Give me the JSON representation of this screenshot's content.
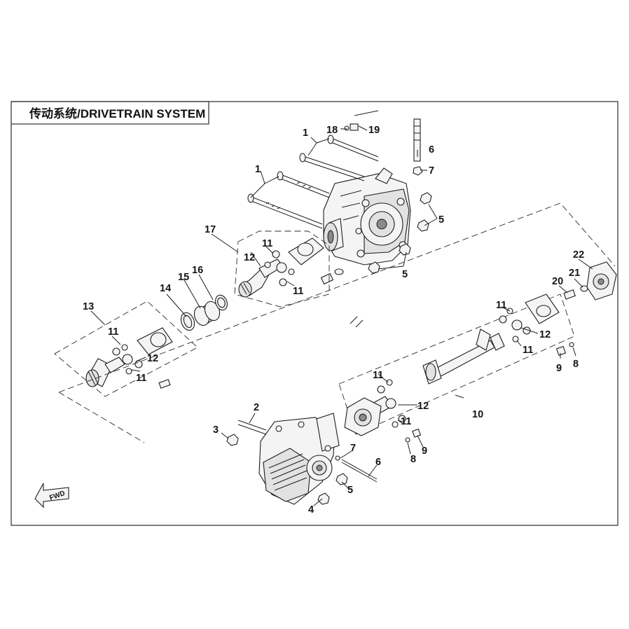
{
  "title": "传动系统/DRIVETRAIN SYSTEM",
  "fwd_label": "FWD",
  "callouts": {
    "c1a": "1",
    "c1b": "1",
    "c2": "2",
    "c3": "3",
    "c4": "4",
    "c5a": "5",
    "c5b": "5",
    "c5c": "5",
    "c6a": "6",
    "c6b": "6",
    "c7a": "7",
    "c7b": "7",
    "c8a": "8",
    "c8b": "8",
    "c9a": "9",
    "c9b": "9",
    "c10": "10",
    "c11a": "11",
    "c11b": "11",
    "c11c": "11",
    "c11d": "11",
    "c11e": "11",
    "c11f": "11",
    "c11g": "11",
    "c11h": "11",
    "c12a": "12",
    "c12b": "12",
    "c12c": "12",
    "c12d": "12",
    "c13": "13",
    "c14": "14",
    "c15": "15",
    "c16": "16",
    "c17": "17",
    "c18": "18",
    "c19": "19",
    "c20": "20",
    "c21": "21",
    "c22": "22"
  },
  "colors": {
    "ink": "#1e1e1e",
    "frame": "#3a3a3a",
    "paper": "#ffffff"
  }
}
